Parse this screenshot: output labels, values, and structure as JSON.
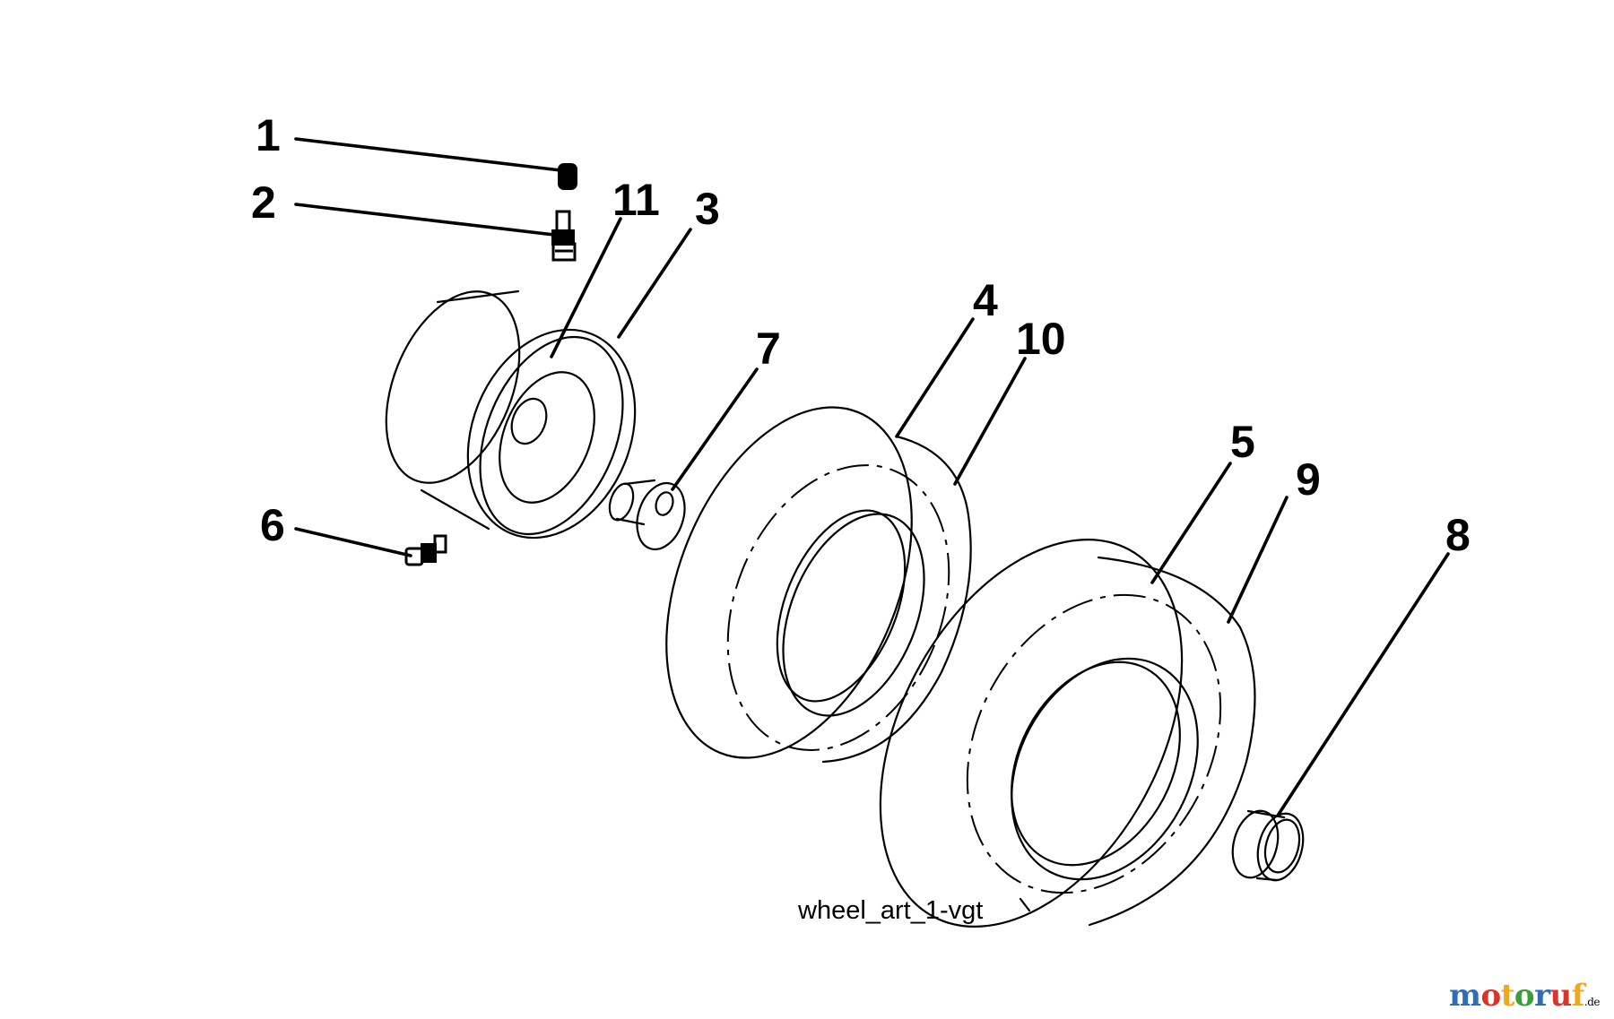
{
  "diagram": {
    "caption": "wheel_art_1-vgt",
    "callouts": [
      "1",
      "2",
      "3",
      "4",
      "5",
      "6",
      "7",
      "8",
      "9",
      "10",
      "11"
    ]
  },
  "watermark": {
    "name": "motoruf",
    "tld": ".de",
    "colors": [
      "#2f6db5",
      "#d9352b",
      "#f0a81c",
      "#3c9e3a"
    ]
  }
}
